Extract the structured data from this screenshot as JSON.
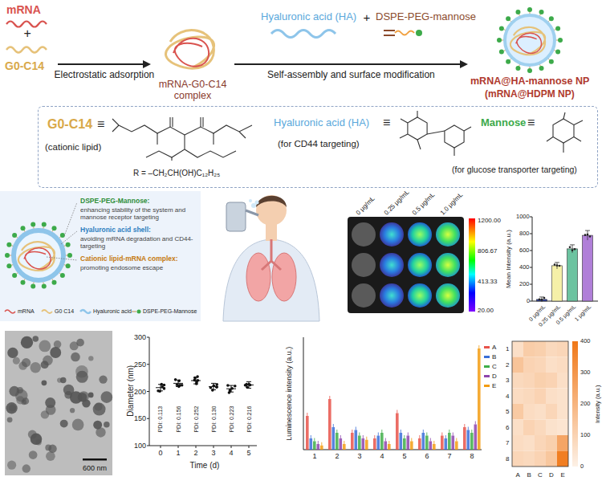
{
  "diagram": {
    "nodes": [
      {
        "text": [
          "mRNA",
          "+",
          "G0-C14"
        ]
      },
      {
        "text": [
          "mRNA-G0-C14 complex"
        ]
      },
      {
        "text": [
          "mRNA@HA-mannose NP",
          "(mRNA@HDPM NP)"
        ]
      },
      {
        "text": [
          "G0-C14",
          "≡",
          "(cationic lipid)",
          "R = –CH₂CH(OH)C₁₂H₂₅",
          "Hyaluronic acid (HA)",
          "≡",
          "(for CD44 targeting)",
          "Mannose",
          "≡",
          "(for glucose transporter targeting)"
        ]
      },
      {
        "text": [
          "DSPE-PEG-Mannose:",
          "enhancing stability of the system and mannose receptor targeting",
          "Hyaluronic acid shell:",
          "avoiding mRNA degradation and CD44-targeting",
          "Cationic lipid-mRNA complex:",
          "promoting endosome escape"
        ]
      }
    ],
    "edges": [
      {
        "from": 0,
        "to": 1,
        "arrow": "to",
        "label": "Electrostatic adsorption"
      },
      {
        "from": 1,
        "to": 2,
        "arrow": "to",
        "label": "Self-assembly and surface modification"
      }
    ],
    "labels": [
      "Hyaluronic acid (HA)",
      "+",
      "DSPE-PEG-mannose",
      "0 μg/mL",
      "0.25 μg/mL",
      "0.5 μg/mL",
      "1.0 μg/mL",
      "1200.00",
      "806.67",
      "413.33",
      "20.00",
      "Mean Intensity (a.u.)",
      "1000",
      "800",
      "600",
      "400",
      "200",
      "0",
      "0 μg/mL",
      "0.25 μg/mL",
      "0.5 μg/mL",
      "1 μg/mL",
      "600 nm",
      "Diameter (nm)",
      "300",
      "250",
      "200",
      "150",
      "100",
      "0",
      "1",
      "2",
      "3",
      "4",
      "5",
      "Time (d)",
      "PDI: 0.113",
      "PDI: 0.156",
      "PDI: 0.252",
      "PDI: 0.130",
      "PDI: 0.223",
      "PDI: 0.216",
      "Luminescence intensity (a.u.)",
      "1",
      "2",
      "3",
      "4",
      "5",
      "6",
      "7",
      "8",
      "1",
      "2",
      "3",
      "4",
      "5",
      "6",
      "7",
      "8",
      "A",
      "B",
      "C",
      "D",
      "E",
      "400",
      "300",
      "200",
      "100",
      "0",
      "Intensity (a.u.)"
    ],
    "legend": [
      {
        "text": "mRNA"
      },
      {
        "text": "G0 C14"
      },
      {
        "text": "Hyaluronic acid"
      },
      {
        "text": "DSPE-PEG-Mannose"
      },
      {
        "text": "A",
        "color": "#e8534a"
      },
      {
        "text": "B",
        "color": "#3a6fd8"
      },
      {
        "text": "C",
        "color": "#3fae49"
      },
      {
        "text": "D",
        "color": "#8e44ad"
      },
      {
        "text": "E",
        "color": "#f39c12"
      }
    ]
  }
}
